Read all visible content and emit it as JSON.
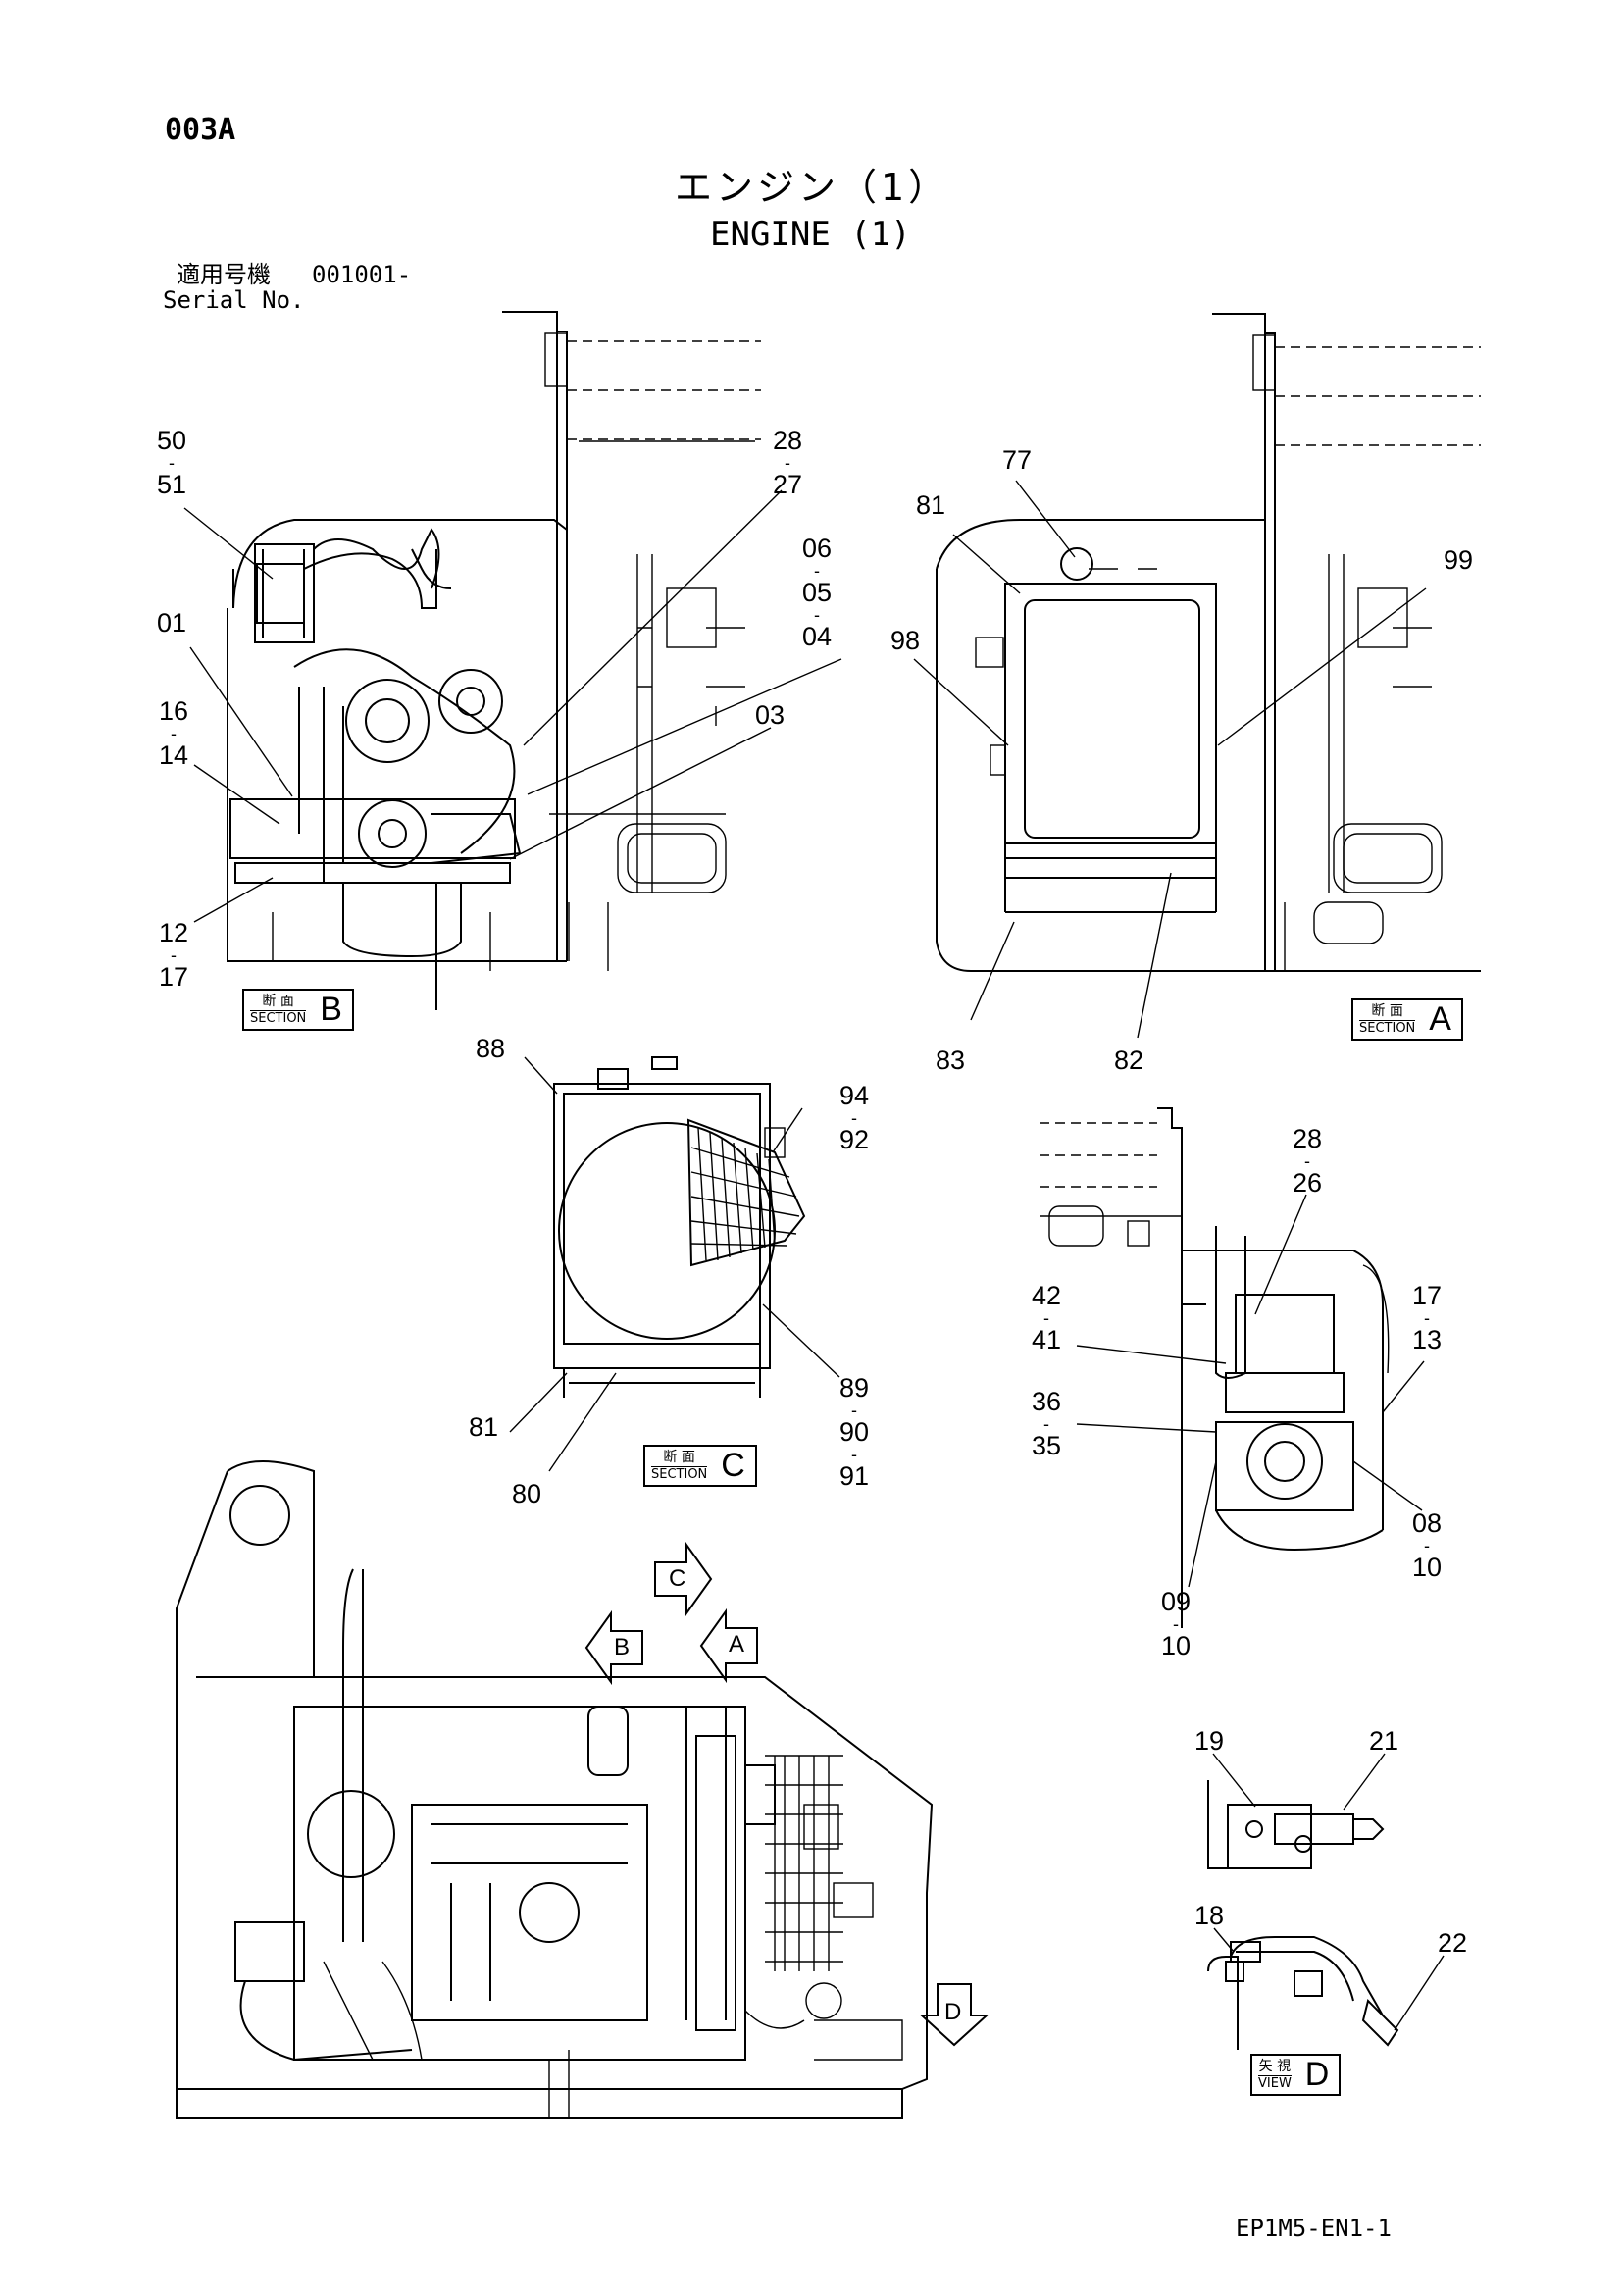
{
  "header": {
    "page_id": "003A",
    "title_jp": "エンジン（1）",
    "title_en": "ENGINE (1)",
    "serial_label_jp": "適用号機",
    "serial_value": "001001-",
    "serial_label_en": "Serial No."
  },
  "footer": {
    "drawing_code": "EP1M5-EN1-1"
  },
  "views": {
    "section_b": {
      "jp": "断 面",
      "en": "SECTION",
      "letter": "B"
    },
    "section_a": {
      "jp": "断 面",
      "en": "SECTION",
      "letter": "A"
    },
    "section_c": {
      "jp": "断 面",
      "en": "SECTION",
      "letter": "C"
    },
    "view_d": {
      "jp": "矢 視",
      "en": "VIEW",
      "letter": "D"
    }
  },
  "arrows": {
    "c": "C",
    "b": "B",
    "a": "A",
    "d": "D"
  },
  "callouts": {
    "s50": [
      "50",
      "51"
    ],
    "s28": [
      "28",
      "27"
    ],
    "s06": [
      "06",
      "05",
      "04"
    ],
    "c01": "01",
    "s16": [
      "16",
      "14"
    ],
    "c03": "03",
    "s12": [
      "12",
      "17"
    ],
    "c77": "77",
    "c81a": "81",
    "c99": "99",
    "c98": "98",
    "c83": "83",
    "c82": "82",
    "c88": "88",
    "s94": [
      "94",
      "92"
    ],
    "s89": [
      "89",
      "90",
      "91"
    ],
    "c81b": "81",
    "c80": "80",
    "s28b": [
      "28",
      "26"
    ],
    "s42": [
      "42",
      "41"
    ],
    "s17": [
      "17",
      "13"
    ],
    "s36": [
      "36",
      "35"
    ],
    "s08": [
      "08",
      "10"
    ],
    "s09": [
      "09",
      "10"
    ],
    "c19": "19",
    "c21": "21",
    "c18": "18",
    "c22": "22"
  }
}
